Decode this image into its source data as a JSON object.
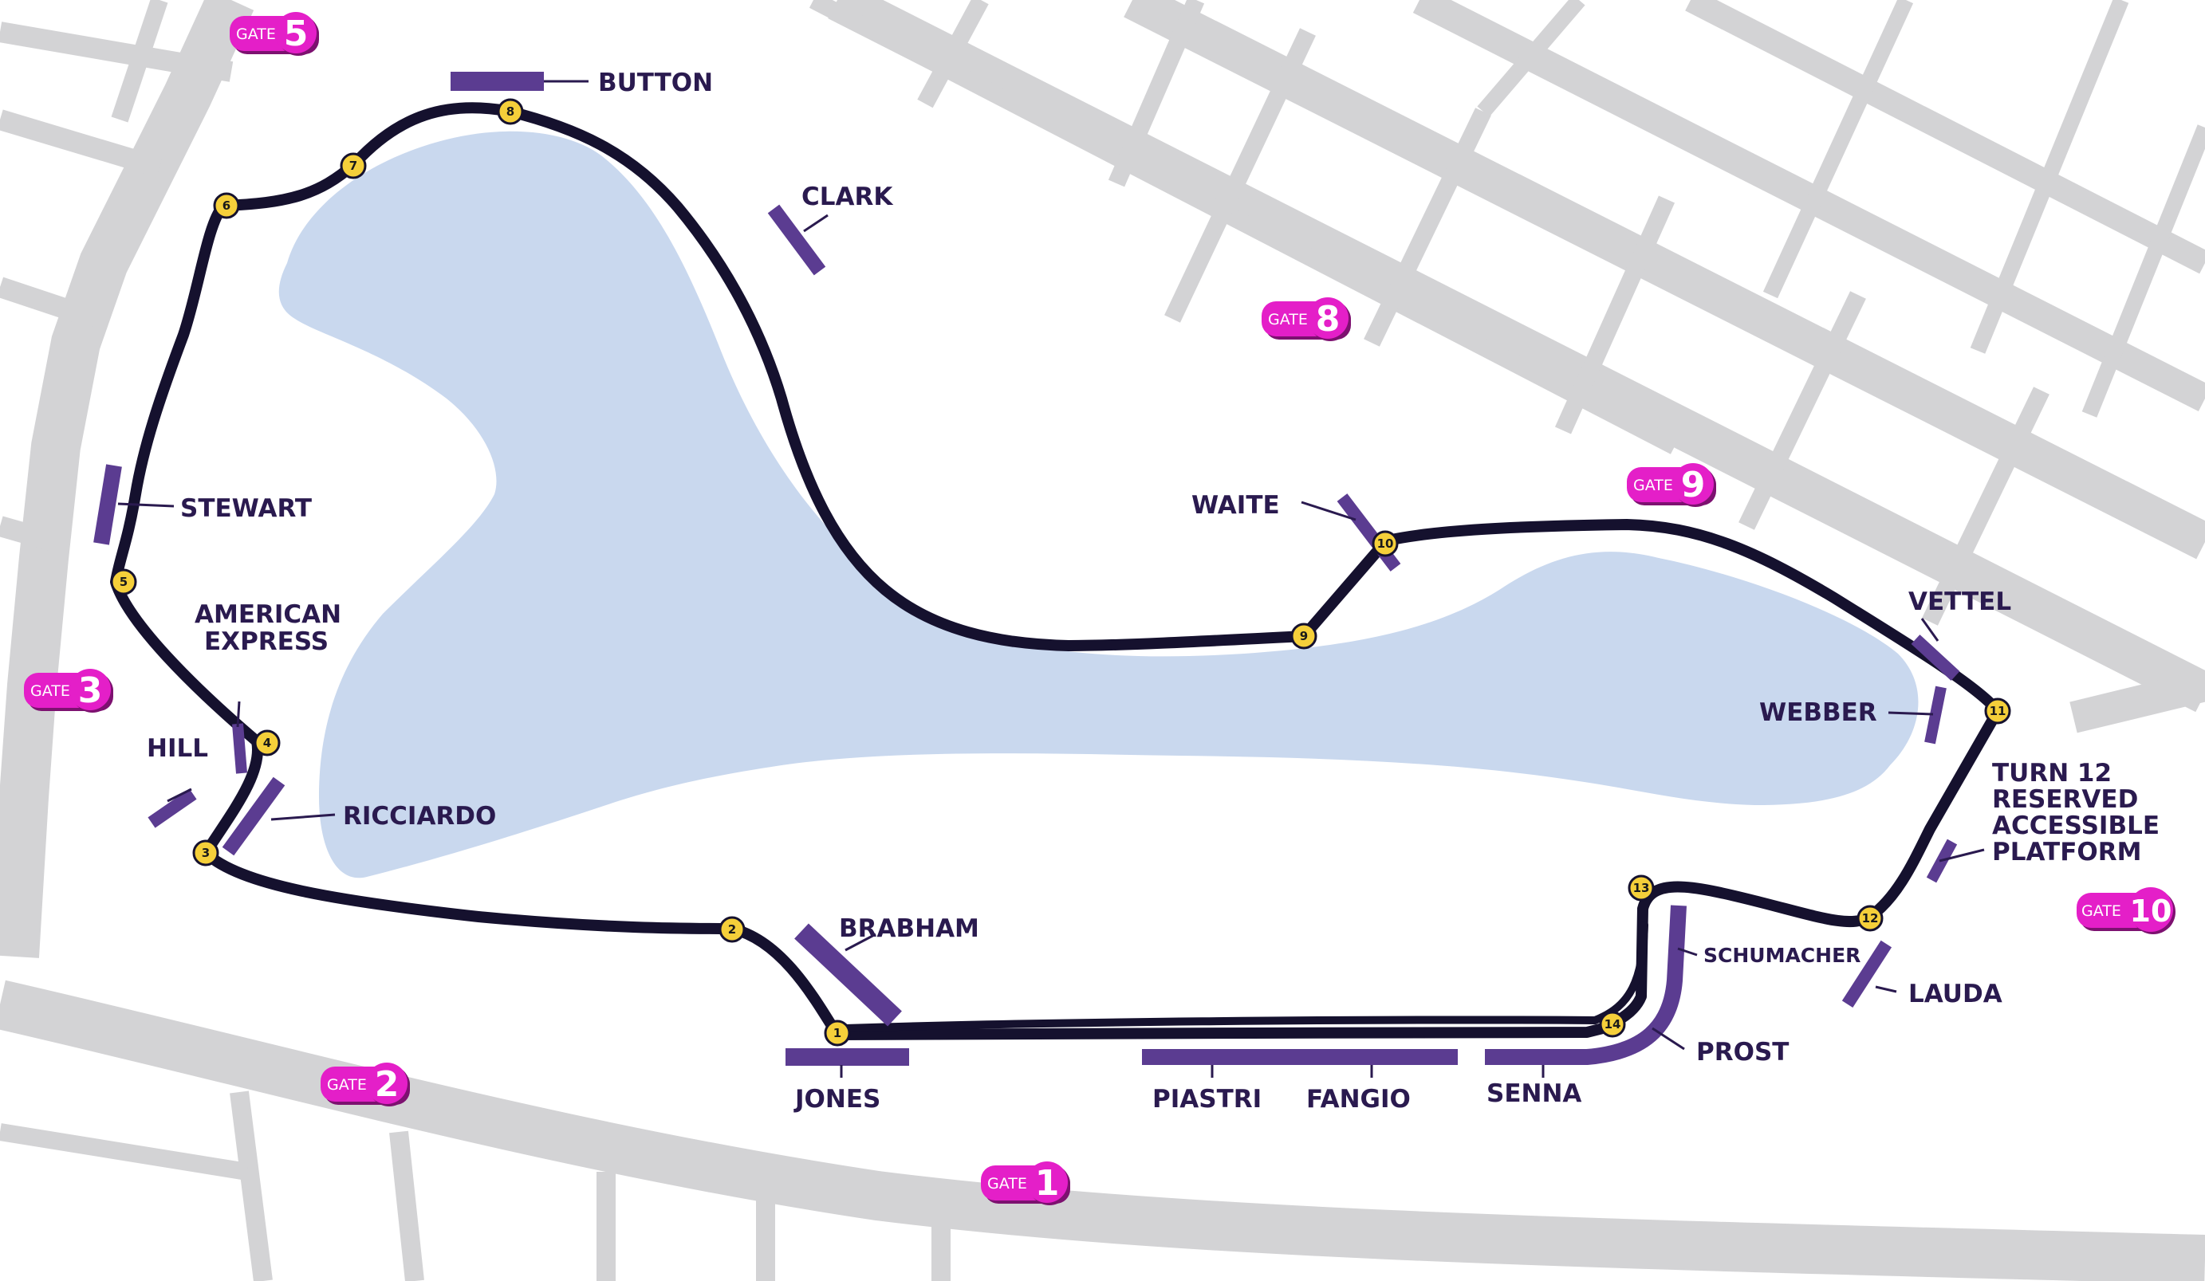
{
  "colors": {
    "street": "#d3d3d5",
    "lake": "#c9d8ee",
    "track": "#15112e",
    "grandstand": "#5b3c91",
    "label": "#2a1a4f",
    "gate": "#e41fc8",
    "turn_marker": "#f5cf3a"
  },
  "grandstands": [
    {
      "id": "button",
      "label": "BUTTON"
    },
    {
      "id": "clark",
      "label": "CLARK"
    },
    {
      "id": "stewart",
      "label": "STEWART"
    },
    {
      "id": "american-express",
      "label_line1": "AMERICAN",
      "label_line2": "EXPRESS"
    },
    {
      "id": "hill",
      "label": "HILL"
    },
    {
      "id": "ricciardo",
      "label": "RICCIARDO"
    },
    {
      "id": "brabham",
      "label": "BRABHAM"
    },
    {
      "id": "jones",
      "label": "JONES"
    },
    {
      "id": "piastri",
      "label": "PIASTRI"
    },
    {
      "id": "fangio",
      "label": "FANGIO"
    },
    {
      "id": "senna",
      "label": "SENNA"
    },
    {
      "id": "prost",
      "label": "PROST"
    },
    {
      "id": "schumacher",
      "label": "SCHUMACHER"
    },
    {
      "id": "waite",
      "label": "WAITE"
    },
    {
      "id": "vettel",
      "label": "VETTEL"
    },
    {
      "id": "webber",
      "label": "WEBBER"
    },
    {
      "id": "turn12-platform",
      "label_line1": "TURN 12",
      "label_line2": "RESERVED",
      "label_line3": "ACCESSIBLE",
      "label_line4": "PLATFORM"
    },
    {
      "id": "lauda",
      "label": "LAUDA"
    }
  ],
  "gates": [
    {
      "word": "GATE",
      "number": "5"
    },
    {
      "word": "GATE",
      "number": "8"
    },
    {
      "word": "GATE",
      "number": "9"
    },
    {
      "word": "GATE",
      "number": "3"
    },
    {
      "word": "GATE",
      "number": "2"
    },
    {
      "word": "GATE",
      "number": "1"
    },
    {
      "word": "GATE",
      "number": "10"
    }
  ],
  "turns": [
    "1",
    "2",
    "3",
    "4",
    "5",
    "6",
    "7",
    "8",
    "9",
    "10",
    "11",
    "12",
    "13",
    "14"
  ]
}
